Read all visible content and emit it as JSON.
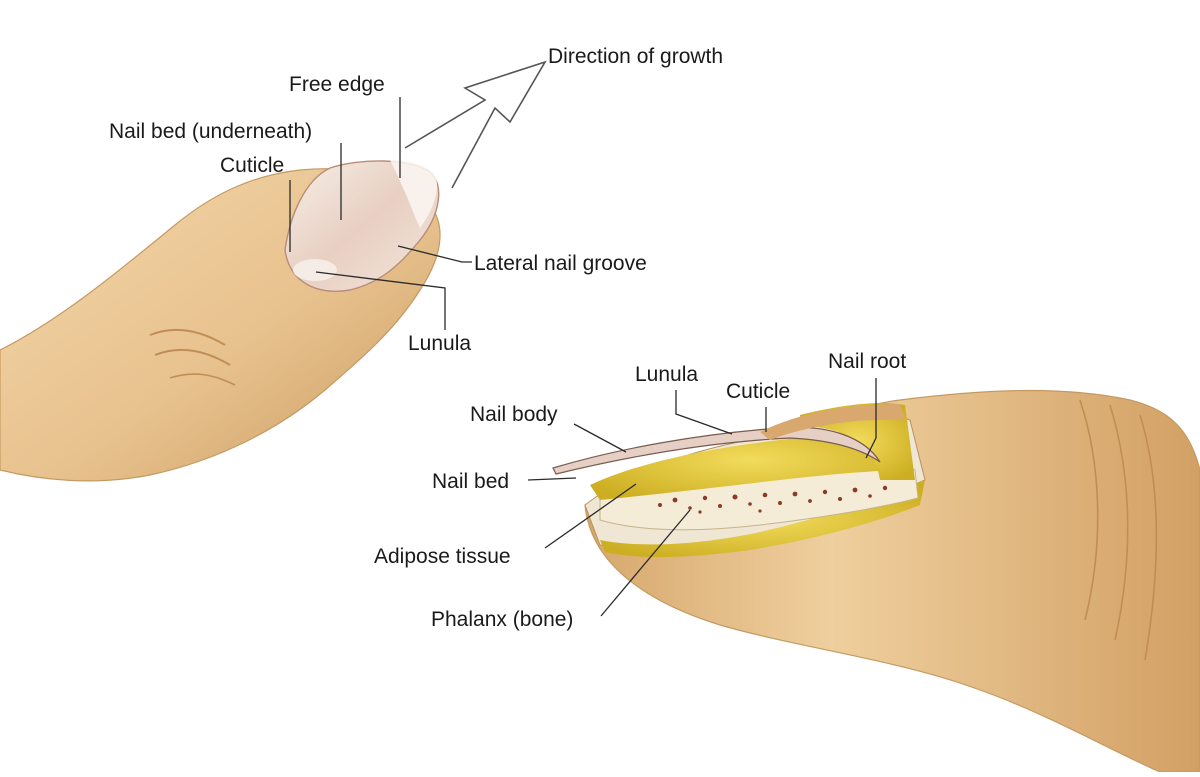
{
  "labels": {
    "direction_of_growth": "Direction of growth",
    "free_edge": "Free edge",
    "nail_bed_underneath": "Nail bed (underneath)",
    "cuticle_top": "Cuticle",
    "lateral_nail_groove": "Lateral nail groove",
    "lunula_top": "Lunula",
    "lunula_section": "Lunula",
    "cuticle_section": "Cuticle",
    "nail_root": "Nail root",
    "nail_body": "Nail body",
    "nail_bed": "Nail bed",
    "adipose_tissue": "Adipose tissue",
    "phalanx_bone": "Phalanx (bone)"
  },
  "colors": {
    "skin": "#e8c28e",
    "skin_dark": "#c99a60",
    "nail": "#f0e2d8",
    "fat": "#e3c73a",
    "bone": "#f4ecd6",
    "marrow": "#8a3a2a"
  }
}
